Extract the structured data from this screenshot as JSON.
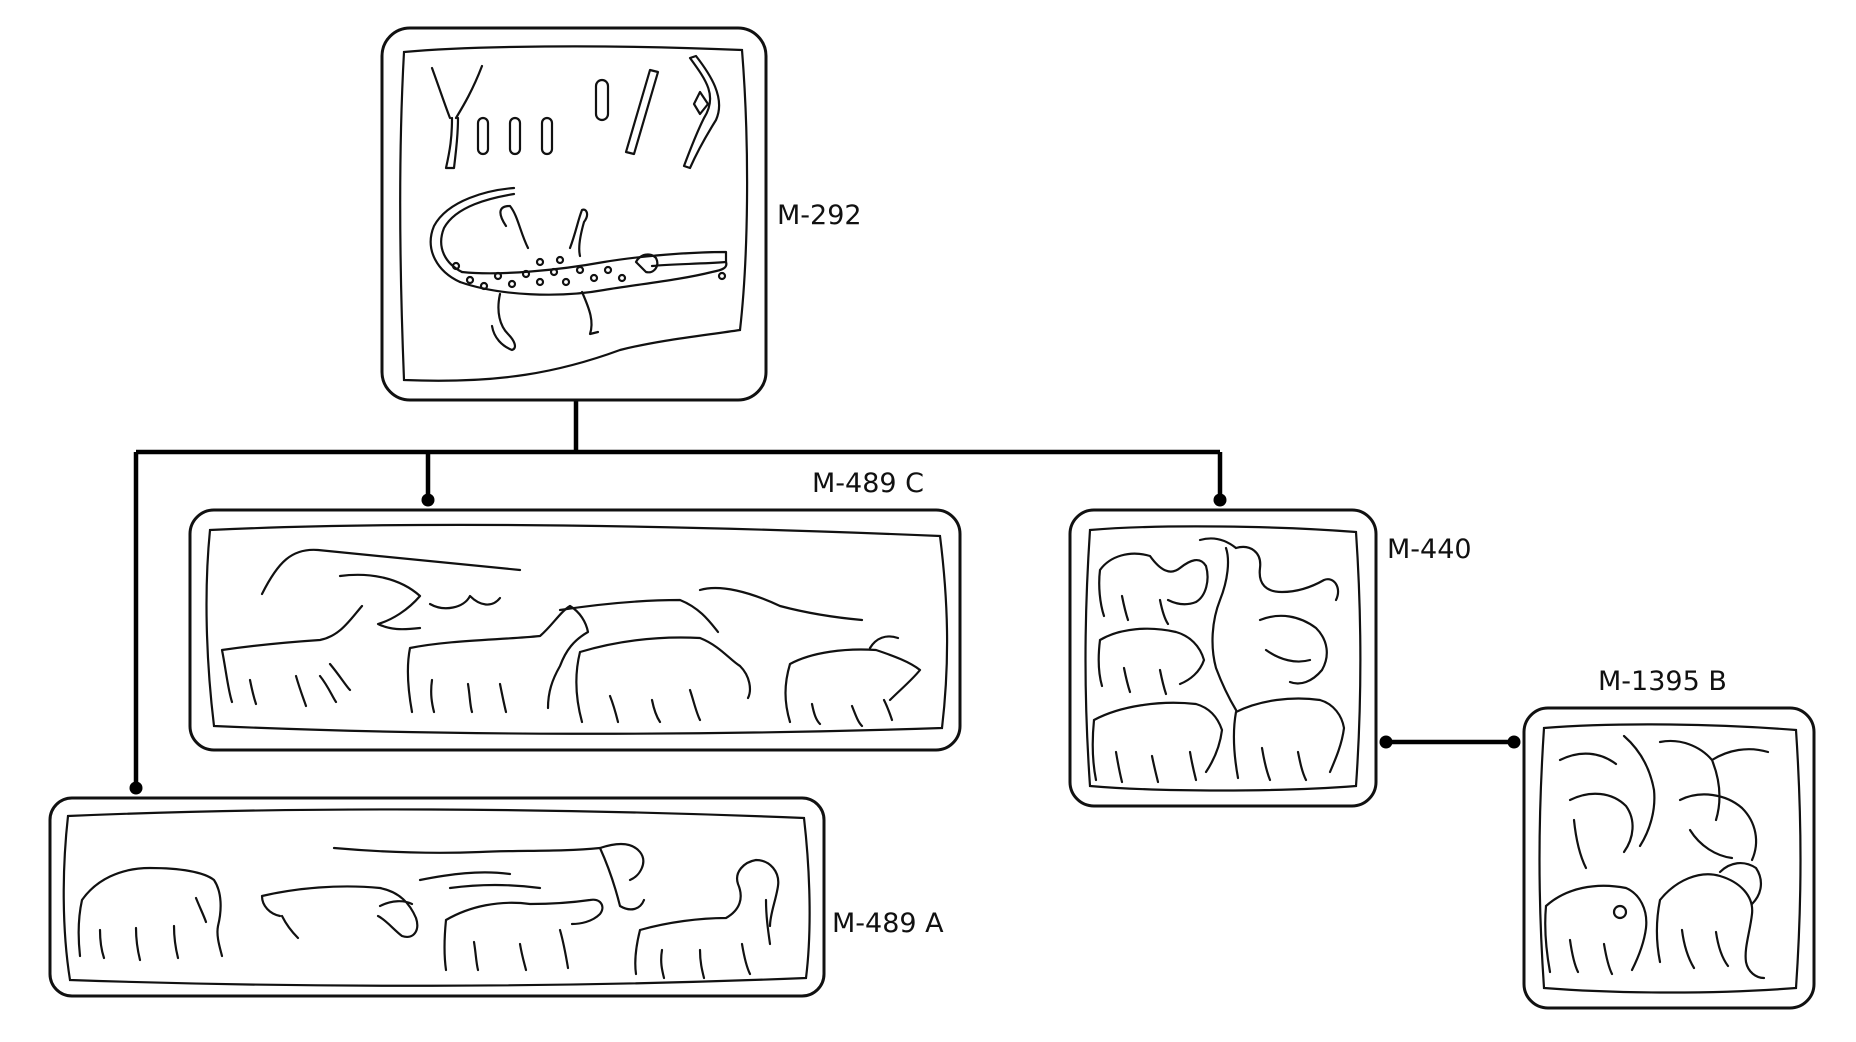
{
  "seals": [
    {
      "id": "M-292",
      "label": "M-292",
      "motif": "gharial-with-fish-inscription"
    },
    {
      "id": "M-489 C",
      "label": "M-489 C",
      "motif": "animal-procession-with-gharial"
    },
    {
      "id": "M-489 A",
      "label": "M-489 A",
      "motif": "elephant-rhinoceros-procession"
    },
    {
      "id": "M-440",
      "label": "M-440",
      "motif": "composite-animal-group"
    },
    {
      "id": "M-1395 B",
      "label": "M-1395 B",
      "motif": "composite-animal-group"
    }
  ],
  "connections": [
    {
      "from": "M-292",
      "to": "M-489 C"
    },
    {
      "from": "M-292",
      "to": "M-489 A"
    },
    {
      "from": "M-292",
      "to": "M-440"
    },
    {
      "from": "M-440",
      "to": "M-1395 B"
    }
  ],
  "colors": {
    "line": "#000000",
    "background": "#ffffff"
  }
}
